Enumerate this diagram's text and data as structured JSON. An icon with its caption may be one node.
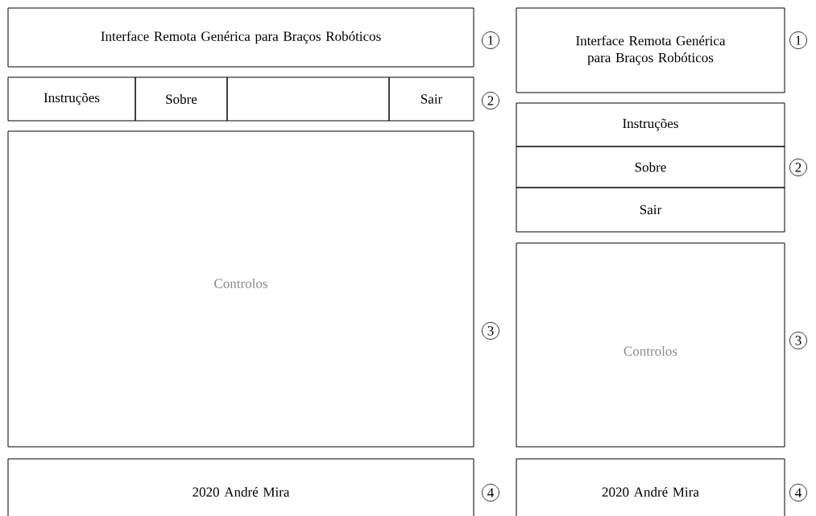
{
  "diagram": {
    "nodes": [
      {
        "text": [
          "Interface Remota Genérica para Braços Robóticos"
        ]
      },
      {
        "text": [
          "Instruções"
        ]
      },
      {
        "text": [
          "Sobre"
        ]
      },
      {
        "text": [],
        "shape": "box"
      },
      {
        "text": [
          "Sair"
        ]
      },
      {
        "text": [
          "Controlos"
        ]
      },
      {
        "text": [
          "2020 André Mira"
        ]
      },
      {
        "text": [
          "Interface Remota Genérica para Braços Robóticos"
        ]
      },
      {
        "text": [
          "Instruções"
        ]
      },
      {
        "text": [
          "Sobre"
        ]
      },
      {
        "text": [
          "Sair"
        ]
      },
      {
        "text": [
          "Controlos"
        ]
      },
      {
        "text": [
          "2020 André Mira"
        ]
      }
    ],
    "edges": [],
    "labels": [
      "1",
      "2",
      "3",
      "4",
      "1",
      "2",
      "3",
      "4"
    ]
  }
}
